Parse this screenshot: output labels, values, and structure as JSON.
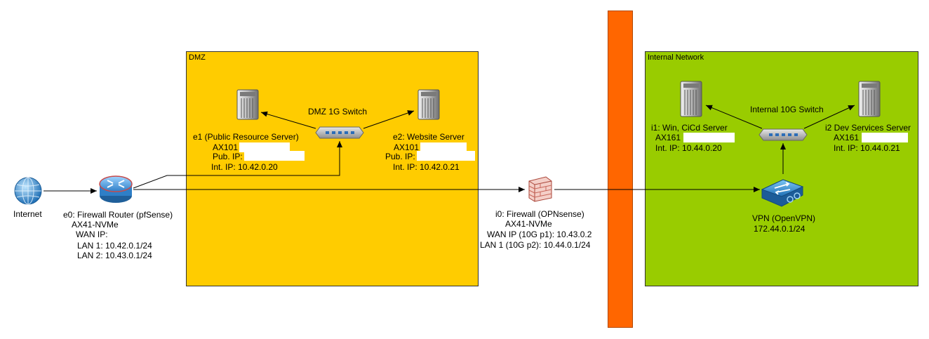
{
  "zones": {
    "dmz": {
      "title": "DMZ",
      "color": "#FFCC00"
    },
    "internal": {
      "title": "Internal Network",
      "color": "#99CC00"
    },
    "separator_color": "#FF6600"
  },
  "nodes": {
    "internet": {
      "icon": "globe-icon",
      "label": "Internet"
    },
    "e0": {
      "icon": "router-icon",
      "lines": [
        "e0: Firewall Router (pfSense)",
        "AX41-NVMe",
        "WAN IP:",
        "LAN 1: 10.42.0.1/24",
        "LAN 2: 10.43.0.1/24"
      ]
    },
    "dmz_switch": {
      "icon": "switch-icon",
      "label": "DMZ 1G Switch"
    },
    "e1": {
      "icon": "server-icon",
      "lines": [
        "e1 (Public Resource Server)",
        "AX101",
        "Pub. IP:",
        "Int. IP: 10.42.0.20"
      ]
    },
    "e2": {
      "icon": "server-icon",
      "lines": [
        "e2: Website Server",
        "AX101",
        "Pub. IP:",
        "Int. IP: 10.42.0.21"
      ]
    },
    "i0": {
      "icon": "firewall-icon",
      "lines": [
        "i0: Firewall (OPNsense)",
        "AX41-NVMe",
        "WAN IP (10G p1): 10.43.0.2",
        "LAN 1 (10G p2): 10.44.0.1/24"
      ]
    },
    "internal_switch": {
      "icon": "switch-icon",
      "label": "Internal 10G Switch"
    },
    "i1": {
      "icon": "server-icon",
      "lines": [
        "i1: Win, CiCd Server",
        "AX161",
        "Int. IP: 10.44.0.20"
      ]
    },
    "i2": {
      "icon": "server-icon",
      "lines": [
        "i2 Dev Services Server",
        "AX161",
        "Int. IP: 10.44.0.21"
      ]
    },
    "vpn": {
      "icon": "vpn-gateway-icon",
      "lines": [
        "VPN (OpenVPN)",
        "172.44.0.1/24"
      ]
    }
  }
}
